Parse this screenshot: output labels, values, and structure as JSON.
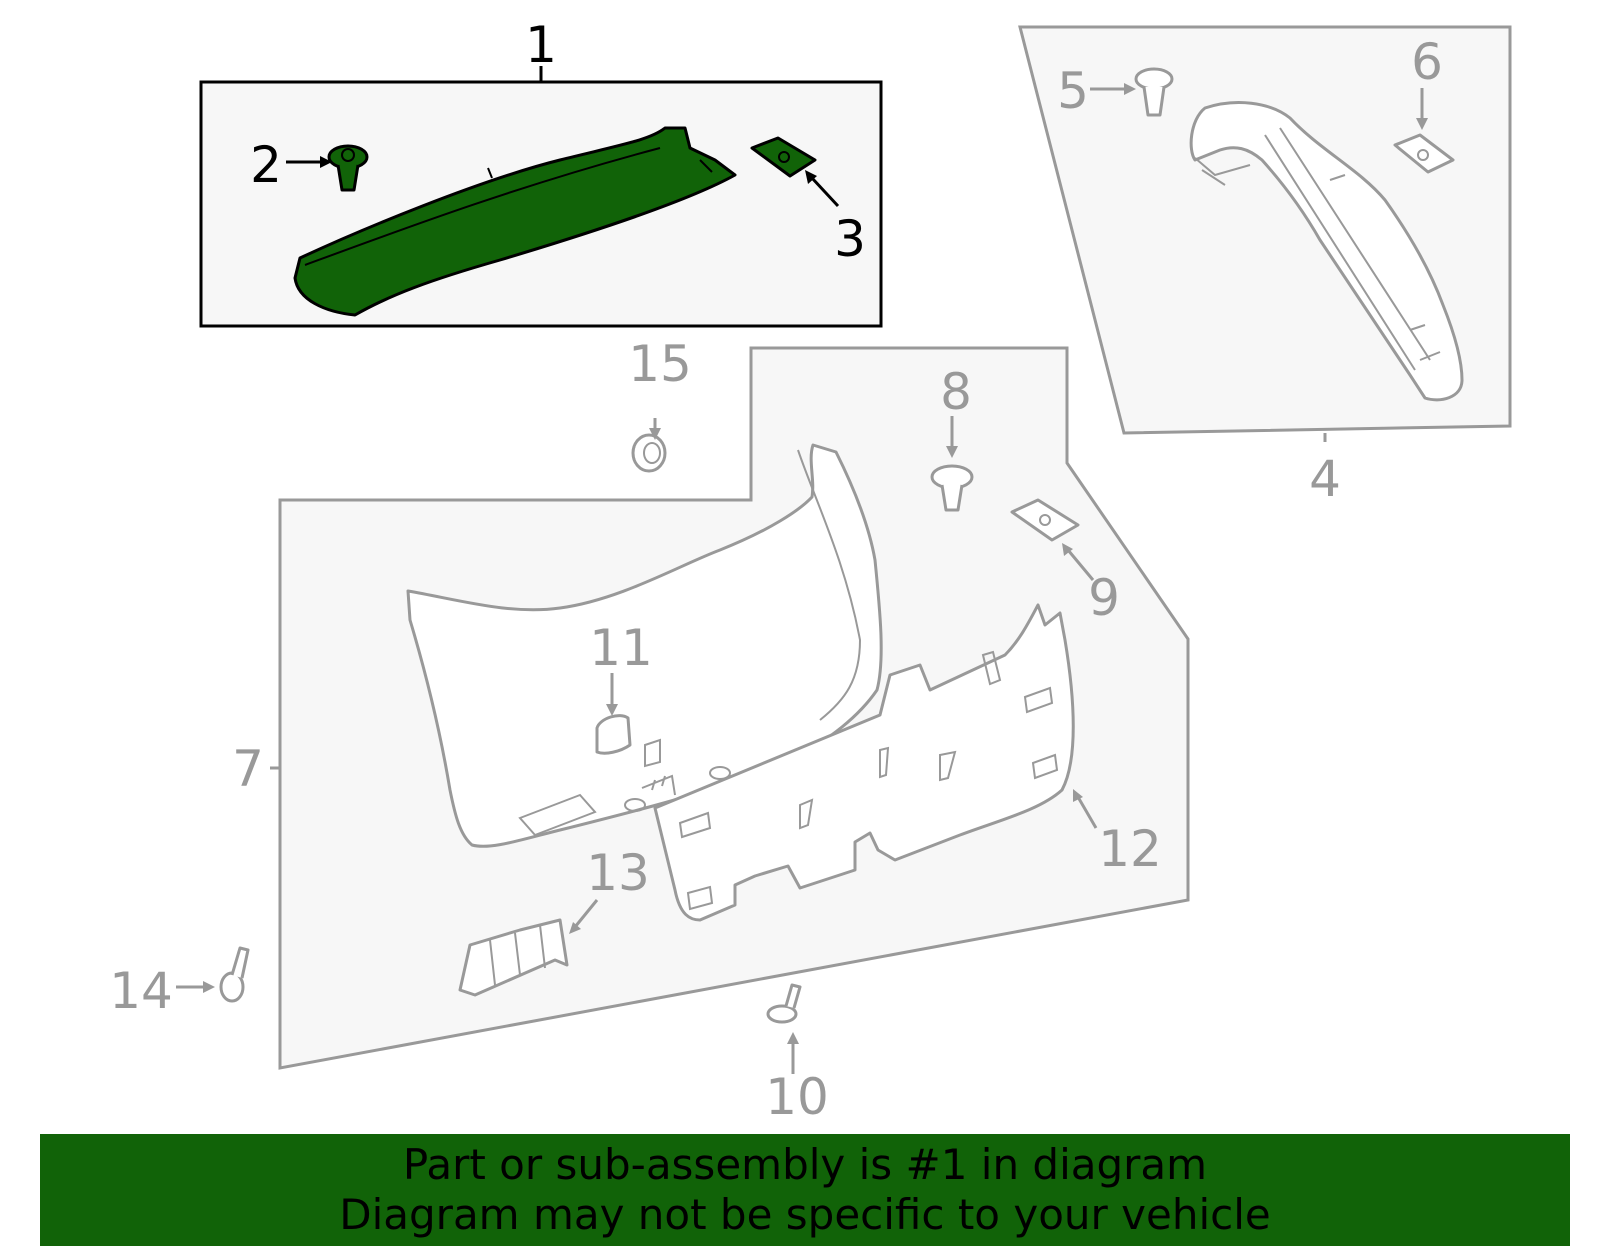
{
  "diagram": {
    "callouts": {
      "c1": "1",
      "c2": "2",
      "c3": "3",
      "c4": "4",
      "c5": "5",
      "c6": "6",
      "c7": "7",
      "c8": "8",
      "c9": "9",
      "c10": "10",
      "c11": "11",
      "c12": "12",
      "c13": "13",
      "c14": "14",
      "c15": "15"
    },
    "highlighted_part": "1",
    "colors": {
      "highlight": "#116308",
      "muted": "#999999",
      "active_stroke": "#000000"
    }
  },
  "banner": {
    "line1": "Part or sub-assembly is #1 in diagram",
    "line2": "Diagram may not be specific to your vehicle"
  }
}
